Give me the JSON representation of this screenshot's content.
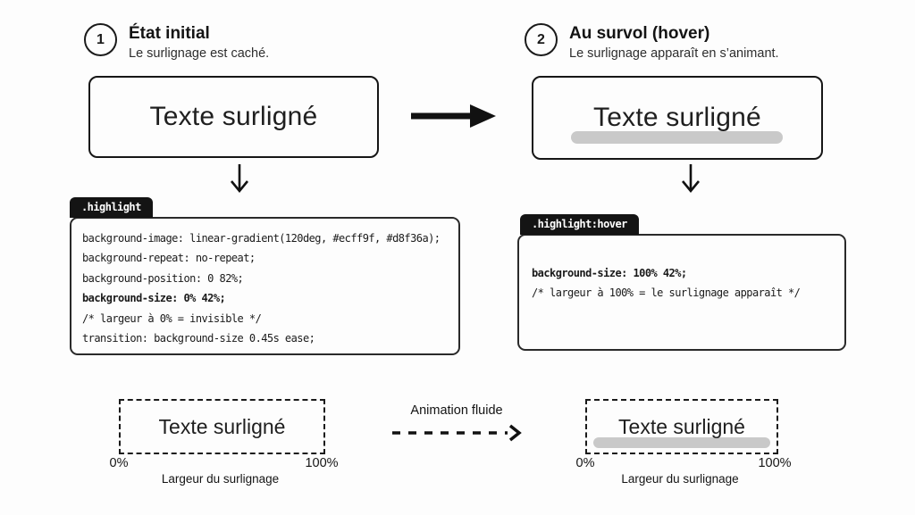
{
  "steps": [
    {
      "number": "1",
      "title": "État initial",
      "subtitle": "Le surlignage est caché."
    },
    {
      "number": "2",
      "title": "Au survol (hover)",
      "subtitle": "Le surlignage apparaît en s’animant."
    }
  ],
  "demo": {
    "initial_text": "Texte surligné",
    "hover_text": "Texte surligné"
  },
  "code_blocks": [
    {
      "tab": ".highlight",
      "lines": [
        "background-image: linear-gradient(120deg, #ecff9f, #d8f36a);",
        "background-repeat: no-repeat;",
        "background-position: 0 82%;",
        "background-size: 0% 42%;",
        "/* largeur à 0% = invisible */",
        "transition: background-size 0.45s ease;"
      ]
    },
    {
      "tab": ".highlight:hover",
      "lines": [
        "background-size: 100% 42%;",
        "/* largeur à 100% = le surlignage apparaît */"
      ]
    }
  ],
  "scale": {
    "animation_label": "Animation fluide",
    "left": {
      "text": "Texte surligné",
      "min": "0%",
      "max": "100%",
      "caption": "Largeur du surlignage"
    },
    "right": {
      "text": "Texte surligné",
      "min": "0%",
      "max": "100%",
      "caption": "Largeur du surlignage"
    }
  },
  "colors": {
    "highlight_bar": "#c9c9c9",
    "gradient_start": "#ecff9f",
    "gradient_end": "#d8f36a",
    "ink": "#1a1a1a"
  }
}
